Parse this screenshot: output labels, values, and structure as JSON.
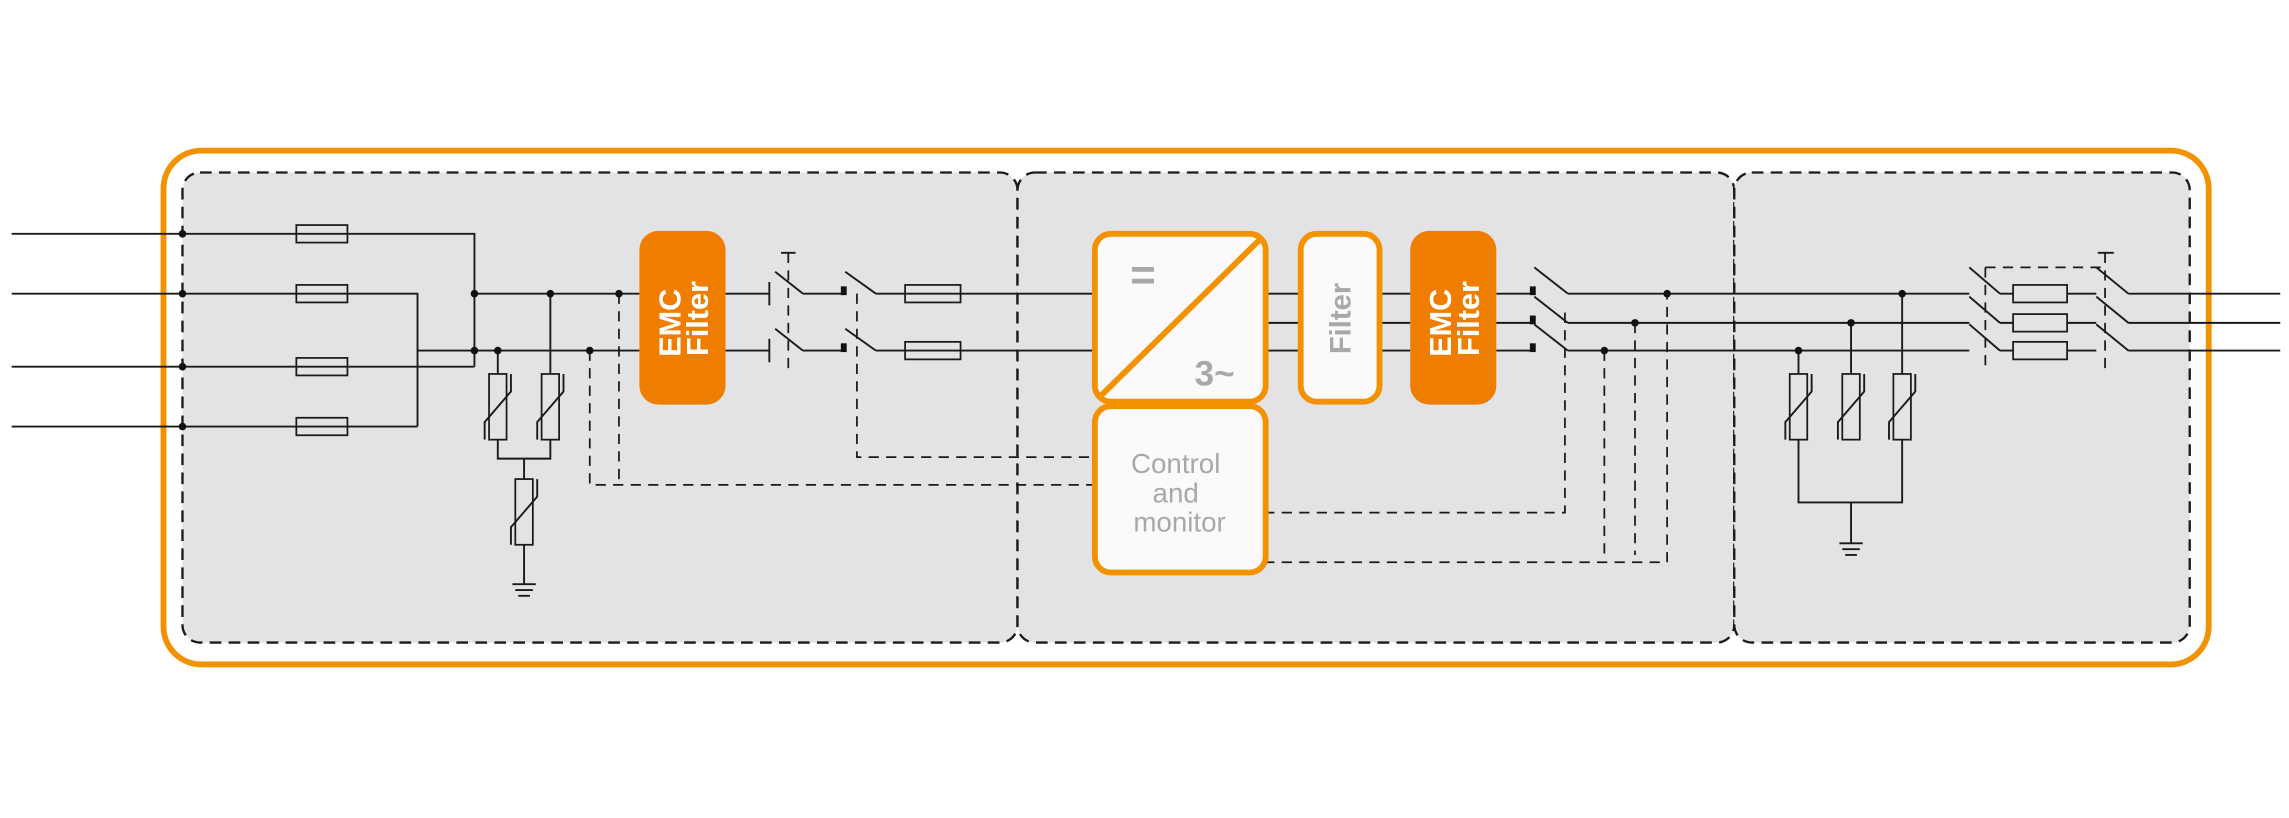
{
  "colors": {
    "accent": "#f39200",
    "emc_fill": "#ee7d00",
    "panel": "#e3e3e5",
    "wire": "#1a1a1a",
    "label_gray": "#a8a8aa"
  },
  "blocks": {
    "emc_filter_input": {
      "line1": "EMC",
      "line2": "Filter"
    },
    "converter": {
      "dc_symbol": "=",
      "ac_symbol": "3~"
    },
    "filter": {
      "label": "Filter"
    },
    "emc_filter_output": {
      "line1": "EMC",
      "line2": "Filter"
    },
    "control": {
      "line1": "Control",
      "line2": "and",
      "line3": "monitor"
    }
  }
}
